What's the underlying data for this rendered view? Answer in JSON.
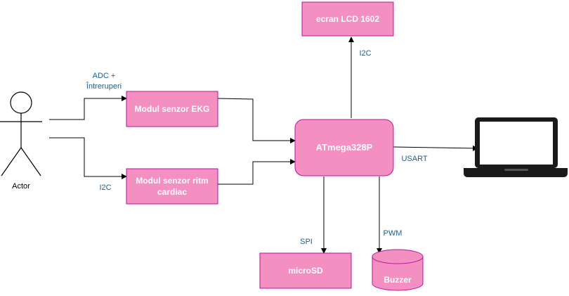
{
  "colors": {
    "box_fill": "#f48fc1",
    "box_border": "#b5179e",
    "edge": "#000000",
    "edge_label": "#1f5e8c",
    "label_text": "#ffffff"
  },
  "actor": {
    "label": "Actor",
    "icon": "stick-figure-icon"
  },
  "nodes": {
    "lcd": "ecran LCD 1602",
    "ekg": "Modul senzor EKG",
    "heart_line1": "Modul senzor ritm",
    "heart_line2": "cardiac",
    "mcu": "ATmega328P",
    "microsd": "microSD",
    "buzzer": "Buzzer",
    "laptop": {
      "icon": "laptop-icon"
    }
  },
  "edges": {
    "ekg_line1": "ADC +",
    "ekg_line2": "Întreruperi",
    "heart": "I2C",
    "lcd": "I2C",
    "laptop": "USART",
    "microsd": "SPI",
    "buzzer": "PWM"
  }
}
